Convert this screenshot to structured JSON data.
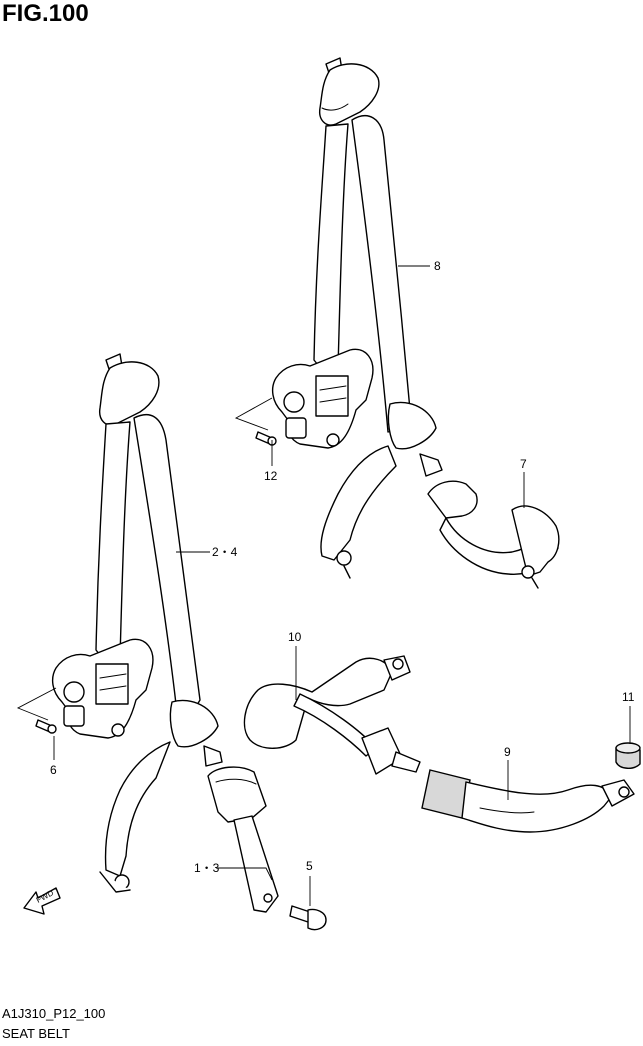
{
  "header": {
    "title": "FIG.100"
  },
  "footer": {
    "code": "A1J310_P12_100",
    "name": "SEAT BELT"
  },
  "callouts": [
    {
      "id": "c8",
      "text": "8"
    },
    {
      "id": "c12",
      "text": "12"
    },
    {
      "id": "c7",
      "text": "7"
    },
    {
      "id": "c24",
      "text": "2・4"
    },
    {
      "id": "c10",
      "text": "10"
    },
    {
      "id": "c11",
      "text": "11"
    },
    {
      "id": "c6",
      "text": "6"
    },
    {
      "id": "c9",
      "text": "9"
    },
    {
      "id": "c13",
      "text": "1・3"
    },
    {
      "id": "c5",
      "text": "5"
    }
  ],
  "fwd_label": "FWD"
}
